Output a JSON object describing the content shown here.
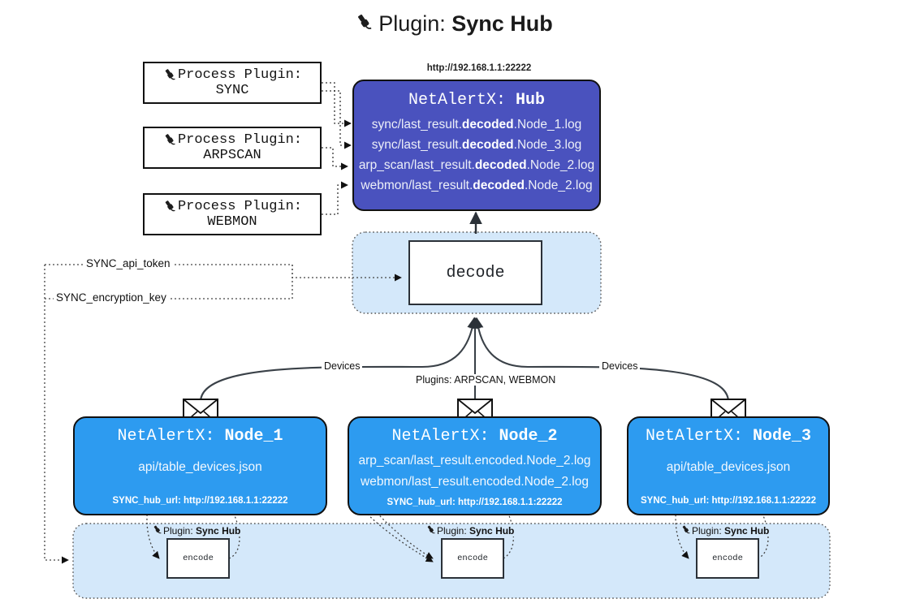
{
  "title": {
    "icon": "plug-icon",
    "prefix": "Plugin:",
    "name": "Sync Hub"
  },
  "process_plugins": [
    {
      "line1": "Process Plugin:",
      "line2": "SYNC",
      "icon": "plug-icon"
    },
    {
      "line1": "Process Plugin:",
      "line2": "ARPSCAN",
      "icon": "plug-icon"
    },
    {
      "line1": "Process Plugin:",
      "line2": "WEBMON",
      "icon": "plug-icon"
    }
  ],
  "hub": {
    "url": "http://192.168.1.1:22222",
    "title_prefix": "NetAlertX:",
    "title_name": "Hub",
    "logs": [
      {
        "pre": "sync/last_result.",
        "mid": "decoded",
        "post": ".Node_1.log"
      },
      {
        "pre": "sync/last_result.",
        "mid": "decoded",
        "post": ".Node_3.log"
      },
      {
        "pre": "arp_scan/last_result.",
        "mid": "decoded",
        "post": ".Node_2.log"
      },
      {
        "pre": "webmon/last_result.",
        "mid": "decoded",
        "post": ".Node_2.log"
      }
    ]
  },
  "decode": {
    "label": "decode"
  },
  "settings": [
    {
      "label": "SYNC_api_token"
    },
    {
      "label": "SYNC_encryption_key"
    }
  ],
  "edge_labels": {
    "devices_left": "Devices",
    "devices_right": "Devices",
    "plugins_center": "Plugins: ARPSCAN, WEBMON"
  },
  "nodes": [
    {
      "title_prefix": "NetAlertX:",
      "title_name": "Node_1",
      "icon": "envelope-icon",
      "lines": [
        "api/table_devices.json"
      ],
      "setting": "SYNC_hub_url: http://192.168.1.1:22222"
    },
    {
      "title_prefix": "NetAlertX:",
      "title_name": "Node_2",
      "icon": "envelope-icon",
      "lines": [
        "arp_scan/last_result.encoded.Node_2.log",
        "webmon/last_result.encoded.Node_2.log"
      ],
      "setting": "SYNC_hub_url: http://192.168.1.1:22222"
    },
    {
      "title_prefix": "NetAlertX:",
      "title_name": "Node_3",
      "icon": "envelope-icon",
      "lines": [
        "api/table_devices.json"
      ],
      "setting": "SYNC_hub_url: http://192.168.1.1:22222"
    }
  ],
  "encoders": [
    {
      "plugin_prefix": "Plugin:",
      "plugin_name": "Sync Hub",
      "box_label": "encode",
      "icon": "plug-icon"
    },
    {
      "plugin_prefix": "Plugin:",
      "plugin_name": "Sync Hub",
      "box_label": "encode",
      "icon": "plug-icon"
    },
    {
      "plugin_prefix": "Plugin:",
      "plugin_name": "Sync Hub",
      "box_label": "encode",
      "icon": "plug-icon"
    }
  ],
  "colors": {
    "hub_fill": "#4a52be",
    "node_fill": "#2d9bf0",
    "container_fill": "#d4e8fa",
    "stroke": "#111111",
    "background": "#ffffff"
  }
}
